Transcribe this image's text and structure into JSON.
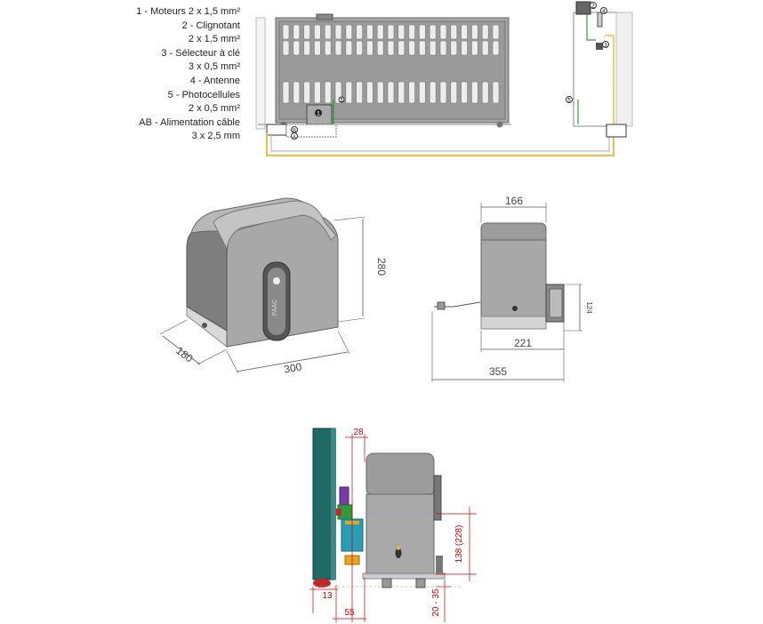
{
  "legend": {
    "lines": [
      "1 - Moteurs 2 x 1,5 mm²",
      "2 - Clignotant",
      "2 x 1,5 mm²",
      "3 - Sélecteur à clé",
      "3 x 0,5 mm²",
      "4 - Antenne",
      "5 - Photocellules",
      "2 x 0,5 mm²",
      "AB - Alimentation câble",
      "3 x 2,5 mm"
    ]
  },
  "installation": {
    "markers": [
      "1",
      "2",
      "3",
      "4",
      "5",
      "A",
      "B"
    ]
  },
  "iso_view": {
    "dims": {
      "height": "280",
      "length": "300",
      "depth": "180"
    }
  },
  "side_view": {
    "dims": {
      "top": "166",
      "base": "221",
      "total": "355",
      "right_height": "124"
    }
  },
  "section_view": {
    "dims": {
      "top": "28",
      "height": "138 (228)",
      "wall": "13",
      "offset": "55",
      "ground": "20 - 35"
    }
  },
  "colors": {
    "gate": "#1f6a66",
    "motor": "#9a9a9a",
    "dim_red": "#cc0000",
    "cable_yellow": "#e8c341",
    "cable_green": "#3a9a3a"
  }
}
